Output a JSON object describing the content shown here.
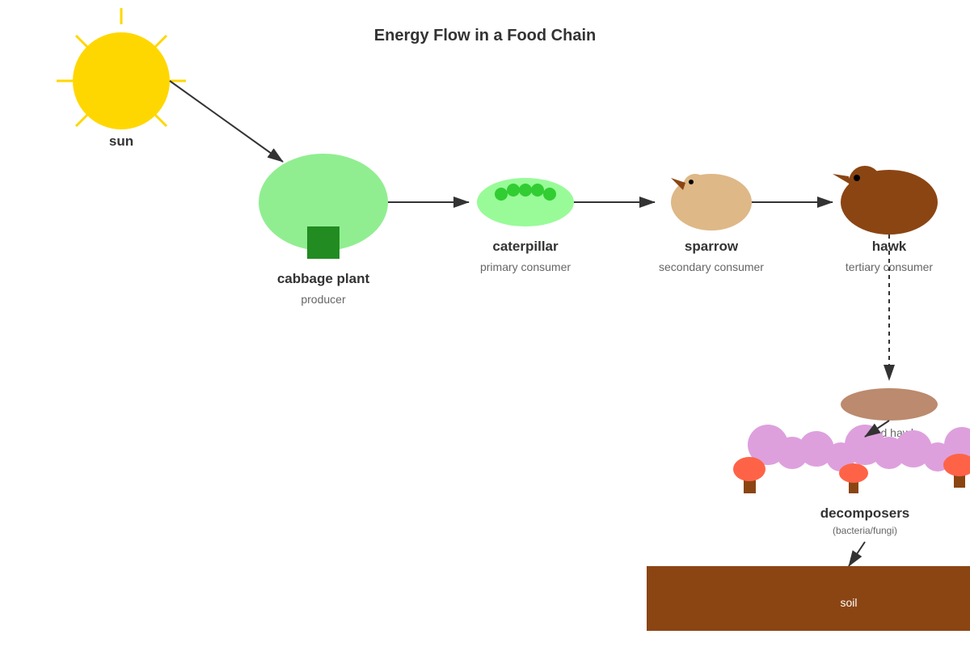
{
  "diagram": {
    "title": "Energy Flow in a Food Chain",
    "nodes": {
      "sun": {
        "label": "sun"
      },
      "cabbage": {
        "label": "cabbage plant",
        "role": "producer"
      },
      "caterpillar": {
        "label": "caterpillar",
        "role": "primary consumer"
      },
      "sparrow": {
        "label": "sparrow",
        "role": "secondary consumer"
      },
      "hawk": {
        "label": "hawk",
        "role": "tertiary consumer"
      },
      "dead_hawk": {
        "label": "dead hawk"
      },
      "decomposers": {
        "label": "decomposers",
        "role": "(bacteria/fungi)"
      },
      "soil": {
        "label": "soil"
      }
    }
  },
  "colors": {
    "sun": "#FFD700",
    "plant_leaf": "#90EE90",
    "plant_stem": "#228B22",
    "caterpillar_body": "#98FB98",
    "caterpillar_spots": "#32CD32",
    "sparrow": "#DEB887",
    "beak": "#8B4513",
    "hawk": "#8B4513",
    "dead_hawk": "#BC8A6E",
    "fungi_cloud": "#DDA0DD",
    "mushroom_cap": "#FF6347",
    "soil": "#8B4513",
    "arrow": "#333333"
  }
}
